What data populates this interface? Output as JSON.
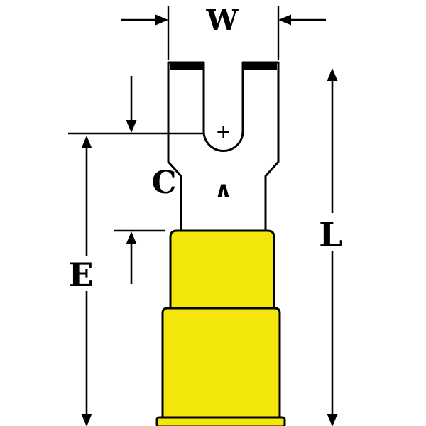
{
  "diagram": {
    "background_color": "#ffffff",
    "line_color": "#000000",
    "dimension_labels": {
      "w": "W",
      "c": "C",
      "e": "E",
      "l": "L"
    },
    "marks": {
      "crotch_center_mark": "+",
      "orientation_arrow": "∧"
    },
    "terminal": {
      "body_color": "#ffffff",
      "sleeve_color": "#f2e60a",
      "tip_color": "#000000"
    }
  }
}
